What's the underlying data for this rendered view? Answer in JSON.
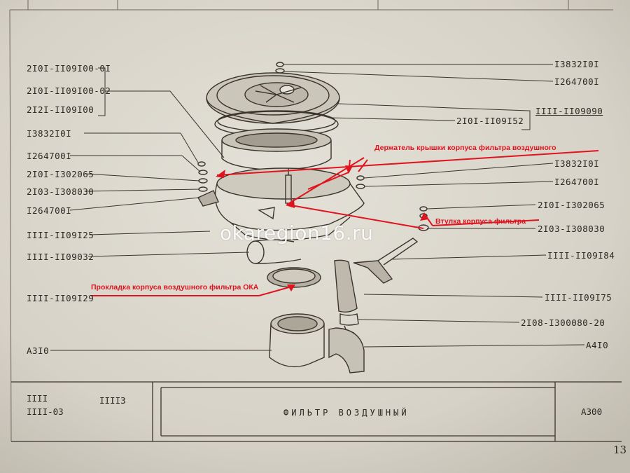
{
  "watermark": "okaregion16.ru",
  "page_number": "13",
  "left_labels": [
    "2I0I-II09I00-0I",
    "2I0I-II09I00-02",
    "2I2I-II09I00",
    "I3832I0I",
    "I264700I",
    "2I0I-I302065",
    "2I03-I308030",
    "I264700I",
    "IIII-II09I25",
    "IIII-II09032",
    "IIII-II09I29",
    "A3I0"
  ],
  "right_labels": [
    "I3832I0I",
    "I264700I",
    "IIII-II09090",
    "2I0I-II09I52",
    "I3832I0I",
    "I264700I",
    "2I0I-I302065",
    "2I03-I308030",
    "IIII-II09I84",
    "IIII-II09I75",
    "2I08-I300080-20",
    "A4I0"
  ],
  "annotations": {
    "cover_holder": "Держатель крышки корпуса фильтра воздушного",
    "filter_bushing": "Втулка корпуса фильтра",
    "gasket": "Прокладка корпуса воздушного фильтра ОКА"
  },
  "title_block": {
    "models_line1_a": "IIII",
    "models_line1_b": "IIII3",
    "models_line2": "IIII-03",
    "title": "ФИЛЬТР ВОЗДУШНЫЙ",
    "code": "A300"
  },
  "colors": {
    "paper": "#d9d5cb",
    "ink": "#2b2722",
    "annotation": "#e0141f"
  }
}
